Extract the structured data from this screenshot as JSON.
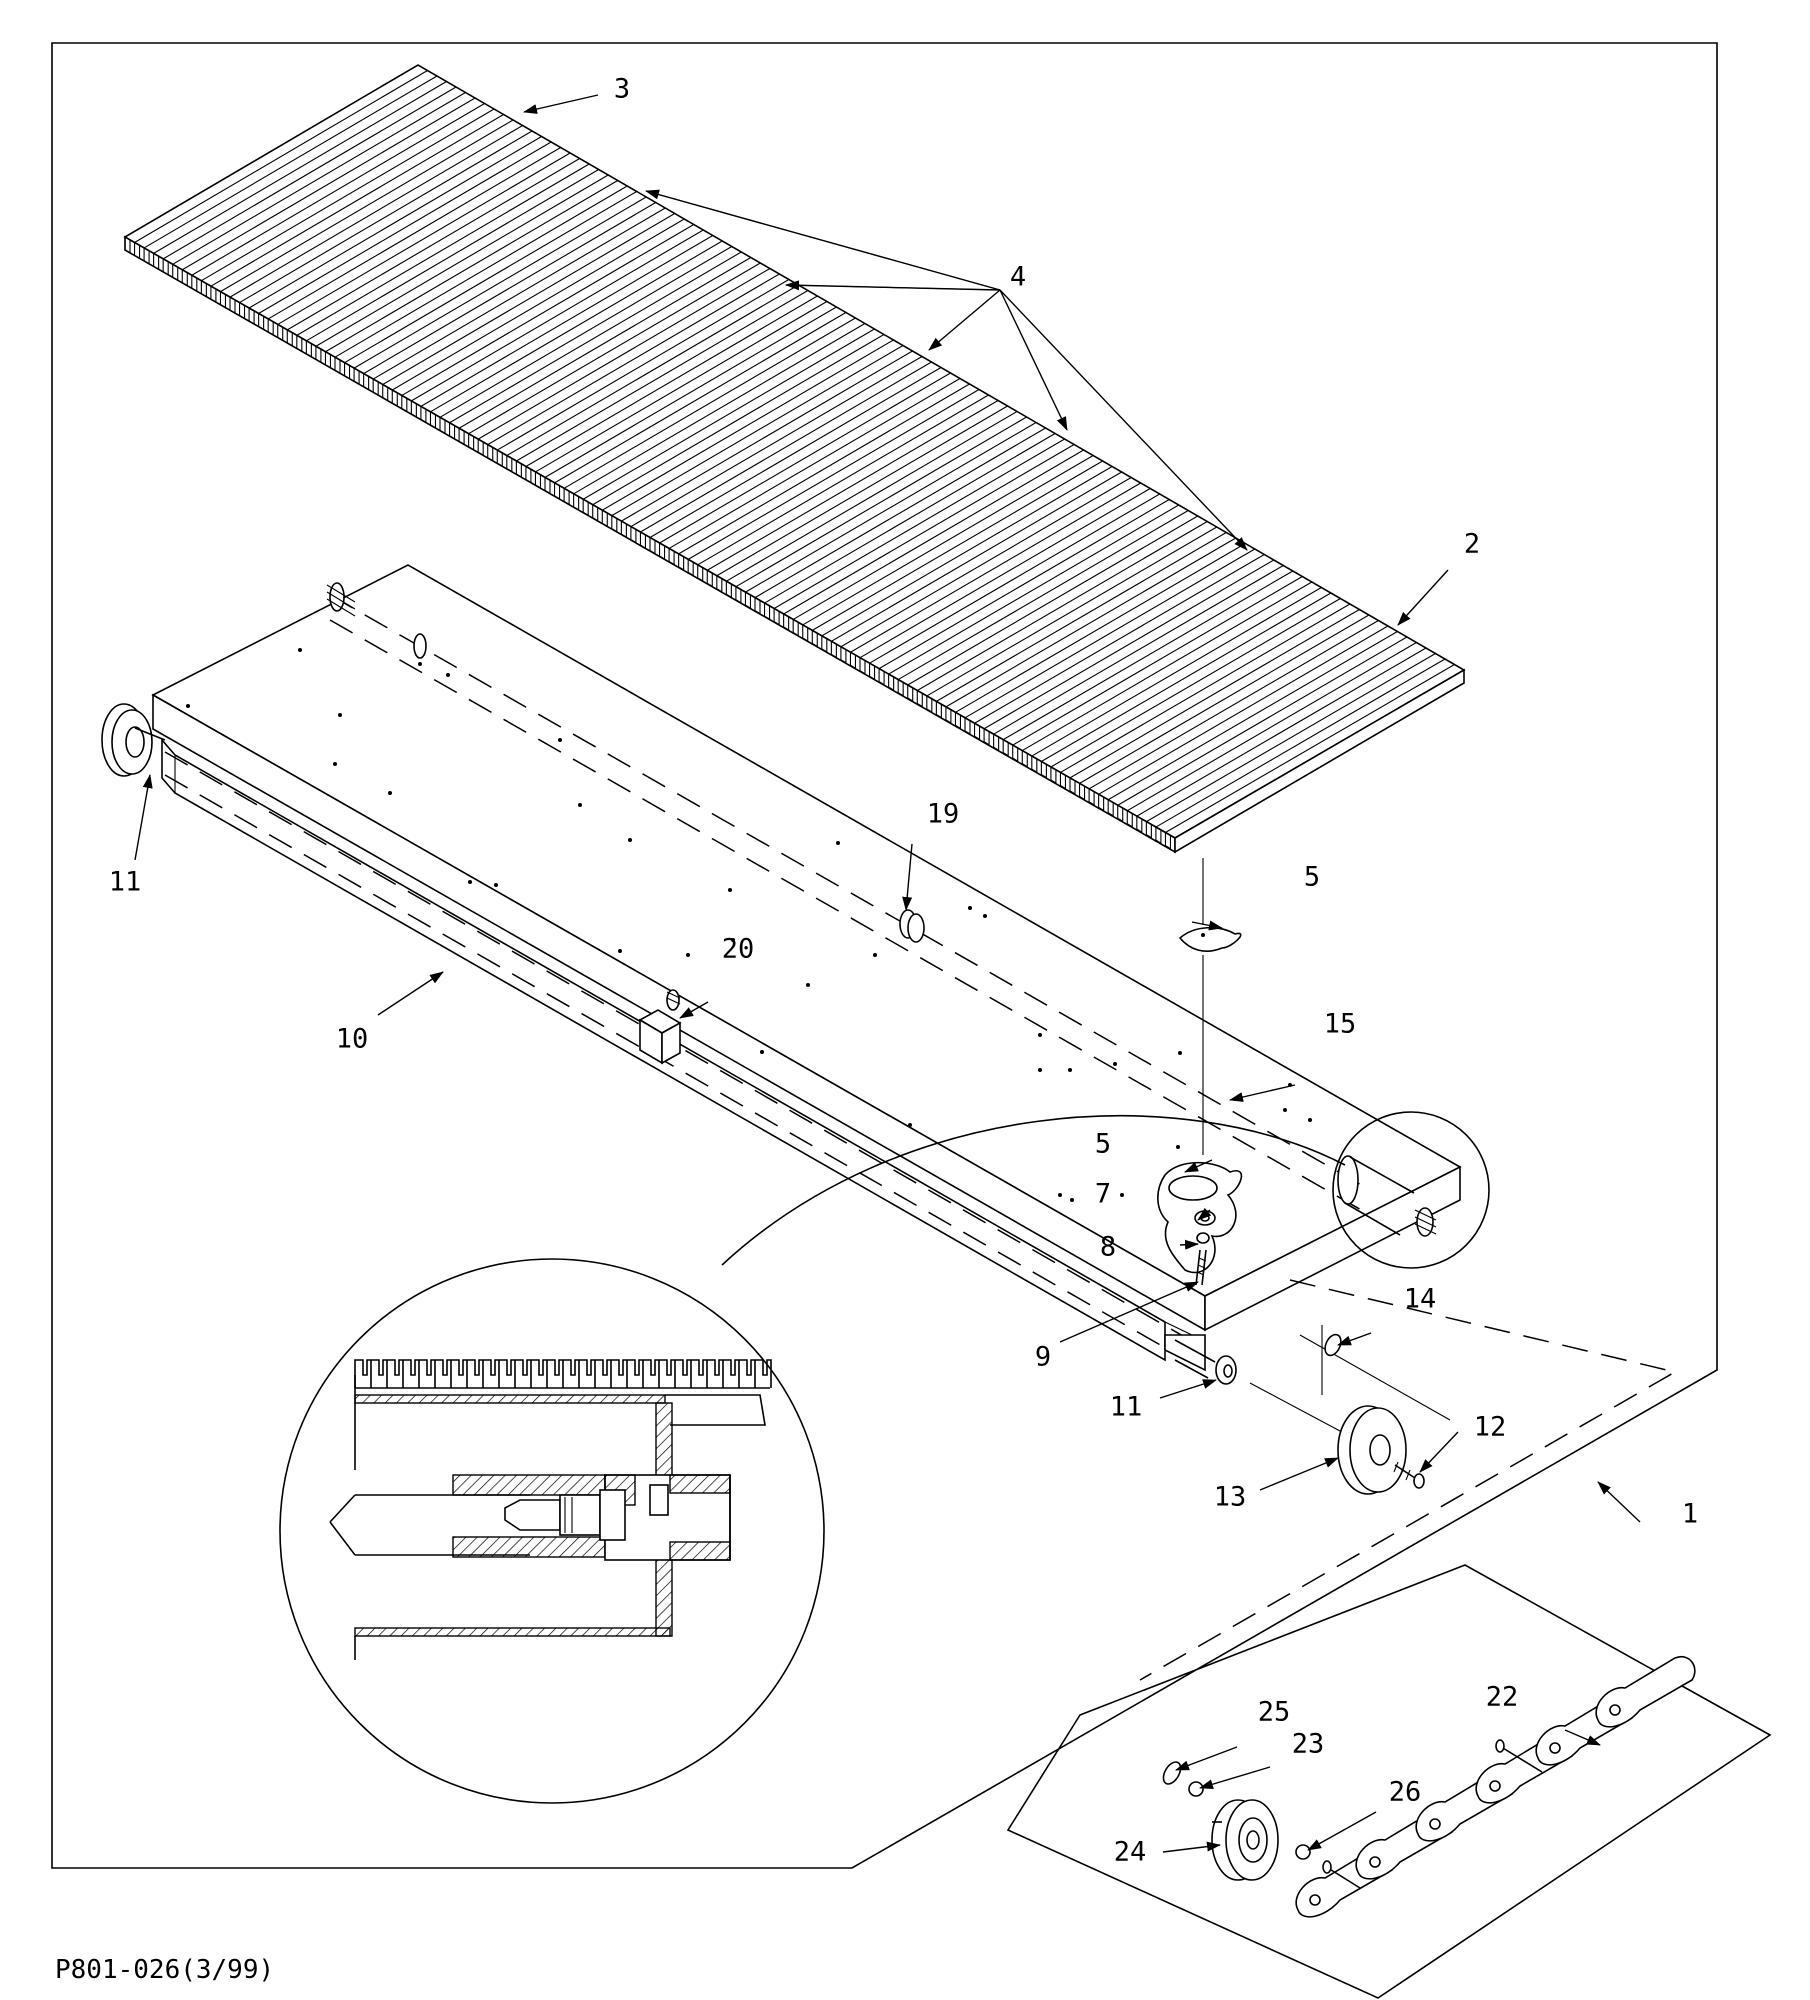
{
  "drawing": {
    "caption": "P801-026(3/99)",
    "callouts": [
      {
        "id": "c-3",
        "text": "3"
      },
      {
        "id": "c-4",
        "text": "4"
      },
      {
        "id": "c-2",
        "text": "2"
      },
      {
        "id": "c-19",
        "text": "19"
      },
      {
        "id": "c-20",
        "text": "20"
      },
      {
        "id": "c-10",
        "text": "10"
      },
      {
        "id": "c-11a",
        "text": "11"
      },
      {
        "id": "c-11b",
        "text": "11"
      },
      {
        "id": "c-5a",
        "text": "5"
      },
      {
        "id": "c-5b",
        "text": "5"
      },
      {
        "id": "c-15",
        "text": "15"
      },
      {
        "id": "c-7",
        "text": "7"
      },
      {
        "id": "c-8",
        "text": "8"
      },
      {
        "id": "c-9",
        "text": "9"
      },
      {
        "id": "c-14",
        "text": "14"
      },
      {
        "id": "c-12",
        "text": "12"
      },
      {
        "id": "c-13",
        "text": "13"
      },
      {
        "id": "c-1",
        "text": "1"
      },
      {
        "id": "c-22",
        "text": "22"
      },
      {
        "id": "c-25",
        "text": "25"
      },
      {
        "id": "c-23",
        "text": "23"
      },
      {
        "id": "c-26",
        "text": "26"
      },
      {
        "id": "c-24",
        "text": "24"
      }
    ]
  }
}
